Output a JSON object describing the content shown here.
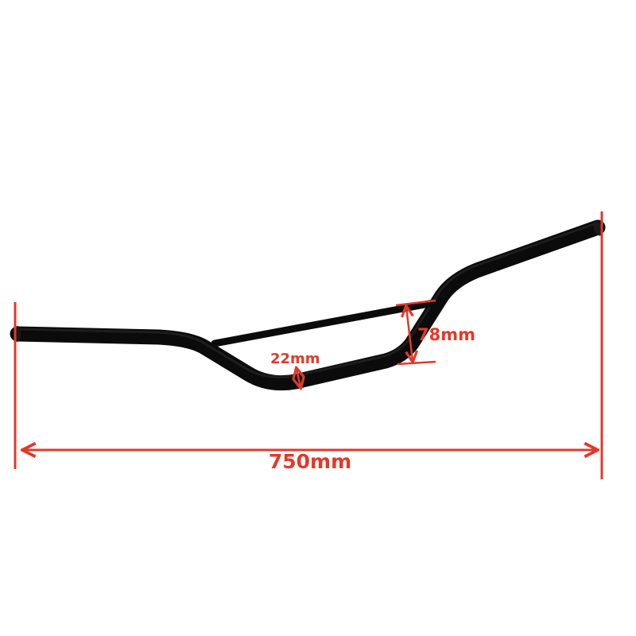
{
  "dimensions": {
    "overall_width": "750mm",
    "rise": "78mm",
    "bar_diameter": "22mm"
  },
  "colors": {
    "annotation": "#e03a2a",
    "handlebar": "#0b0b0b",
    "background": "#ffffff"
  }
}
